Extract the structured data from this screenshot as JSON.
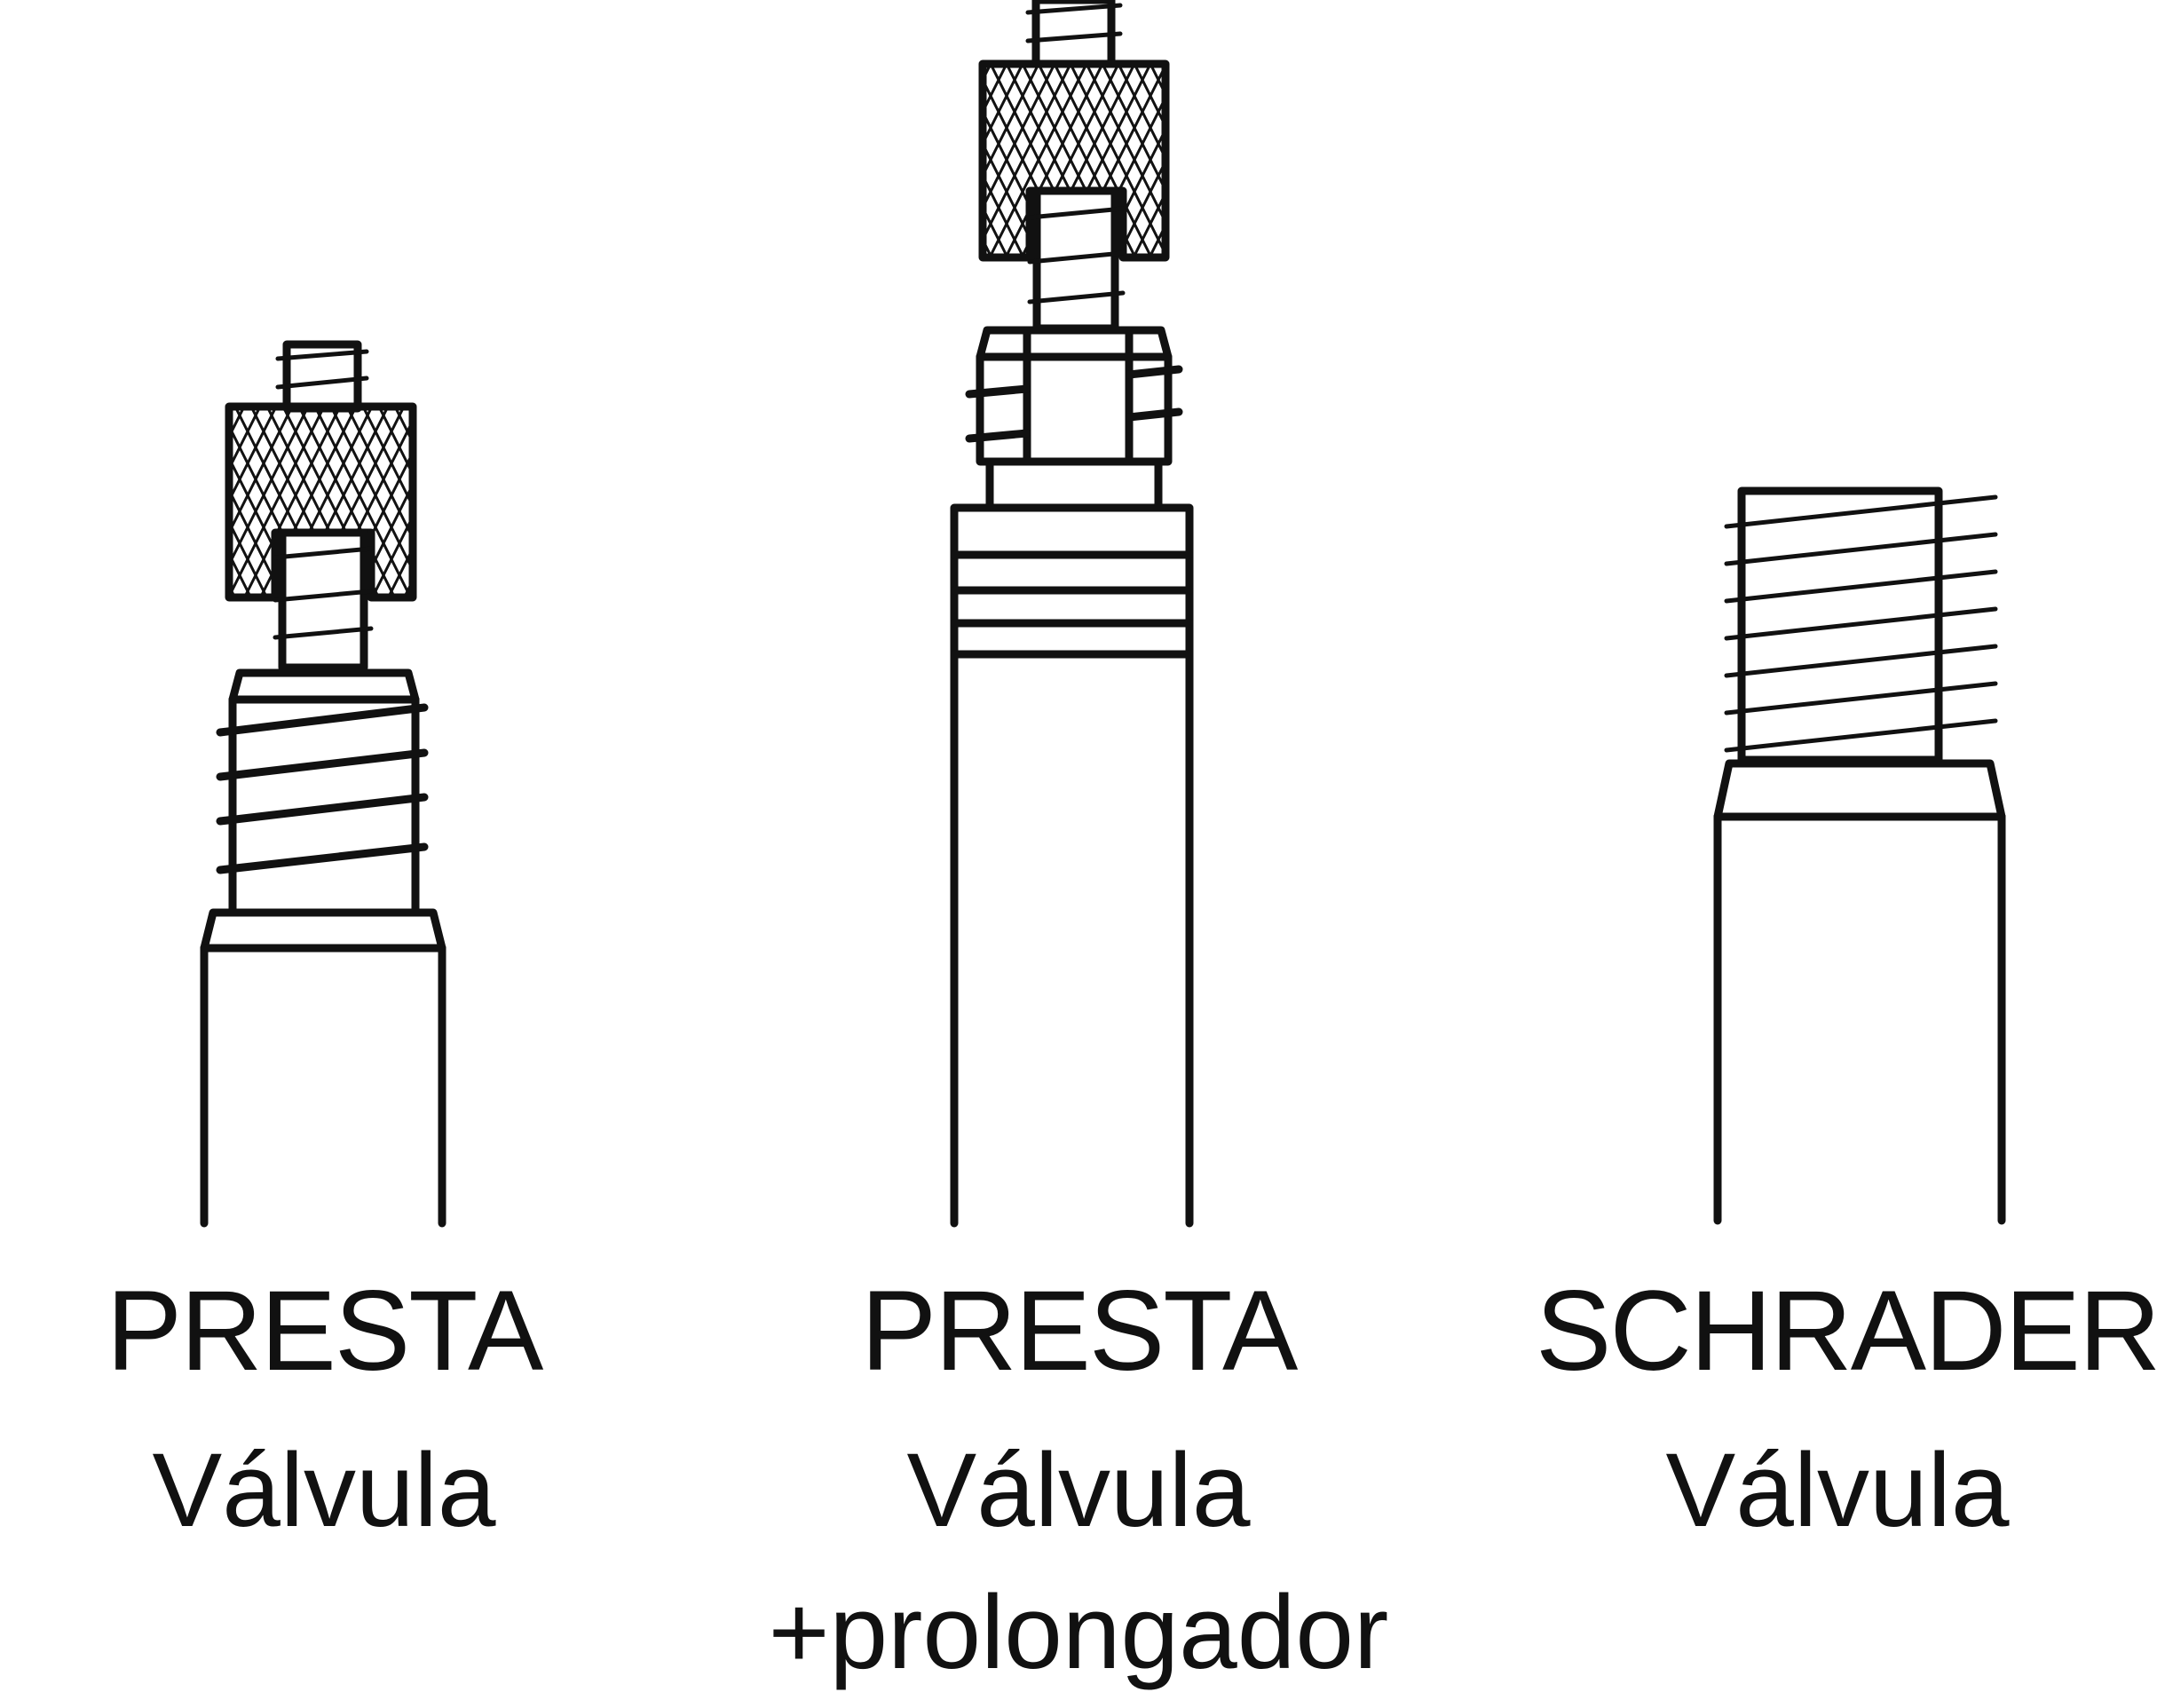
{
  "valves": [
    {
      "type": "PRESTA",
      "line1": "Válvula",
      "line2": ""
    },
    {
      "type": "PRESTA",
      "line1": "Válvula",
      "line2": "+prolongador"
    },
    {
      "type": "SCHRADER",
      "line1": "Válvula",
      "line2": ""
    }
  ],
  "colors": {
    "stroke": "#111111",
    "background": "#ffffff"
  }
}
